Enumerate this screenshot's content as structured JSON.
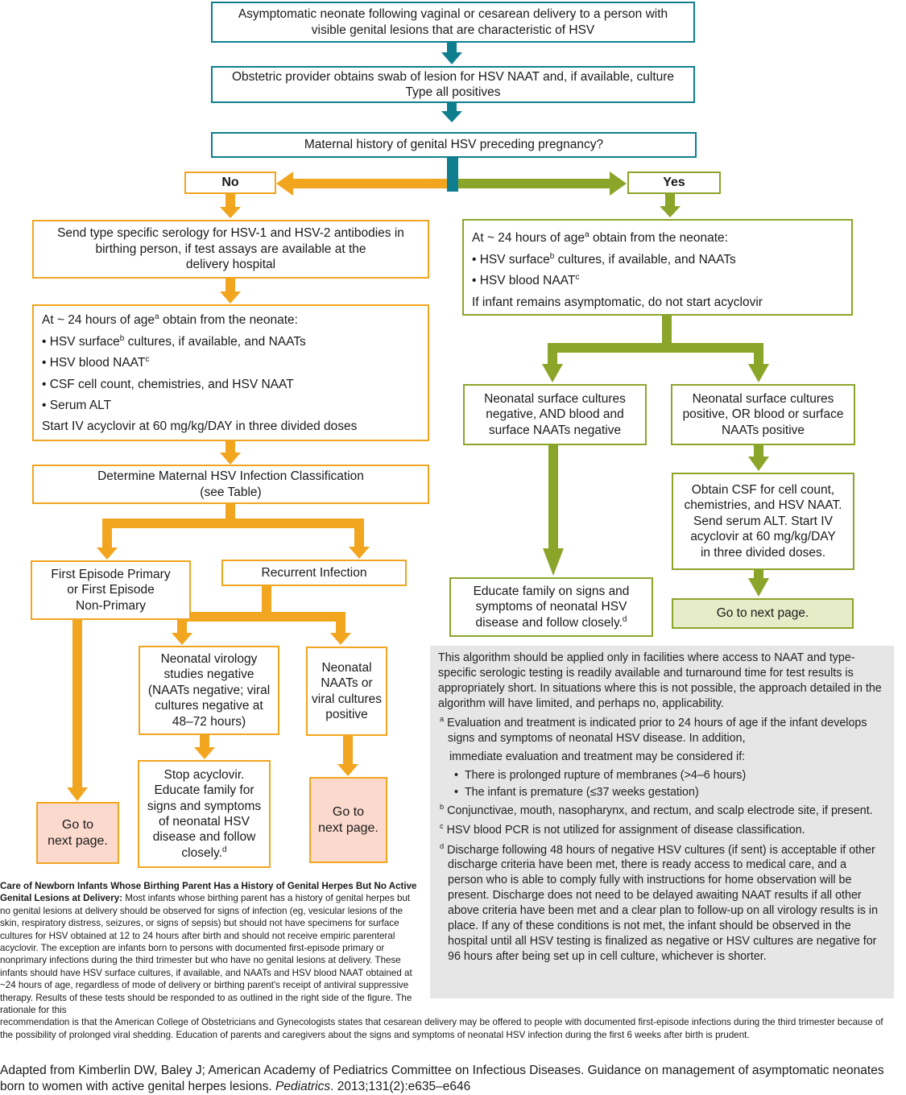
{
  "top": {
    "box1": [
      "Asymptomatic neonate following vaginal or cesarean delivery to a person with",
      "visible genital lesions that are characteristic of HSV"
    ],
    "box2": [
      "Obstetric provider obtains swab of lesion for HSV NAAT and, if available, culture",
      "Type all positives"
    ],
    "box3": "Maternal history of genital HSV preceding pregnancy?"
  },
  "no_branch": {
    "label": "No",
    "serology": [
      "Send type specific serology for HSV-1 and HSV-2 antibodies in",
      "birthing person, if test assays are available at the",
      "delivery hospital"
    ],
    "obtain_title": "At ~ 24 hours of age",
    "obtain_title_sup": "a",
    "obtain_title_rest": " obtain from the neonate:",
    "items": [
      {
        "pre": "• HSV surface",
        "sup": "b",
        "post": " cultures, if available, and NAATs"
      },
      {
        "pre": "• HSV blood NAAT",
        "sup": "c",
        "post": ""
      },
      {
        "pre": "• CSF cell count, chemistries, and HSV NAAT",
        "sup": "",
        "post": ""
      },
      {
        "pre": "• Serum ALT",
        "sup": "",
        "post": ""
      }
    ],
    "start": "Start IV acyclovir at 60 mg/kg/DAY in three divided doses",
    "determine": [
      "Determine Maternal HSV Infection Classification",
      "(see Table)"
    ],
    "first_episode": [
      "First Episode Primary",
      "or First Episode",
      "Non-Primary"
    ],
    "recurrent": "Recurrent Infection",
    "virology_negative": [
      "Neonatal virology",
      "studies negative",
      "(NAATs negative; viral",
      "cultures negative at",
      "48–72 hours)"
    ],
    "naats_positive": [
      "Neonatal",
      "NAATs or",
      "viral cultures",
      "positive"
    ],
    "stop": [
      "Stop acyclovir.",
      "Educate family for",
      "signs and symptoms",
      "of neonatal HSV",
      "disease and follow",
      "closely."
    ],
    "stop_sup": "d",
    "goto_left": [
      "Go to",
      "next page."
    ],
    "goto_mid": [
      "Go to",
      "next page."
    ]
  },
  "yes_branch": {
    "label": "Yes",
    "obtain_title": "At ~ 24 hours of age",
    "obtain_title_sup": "a",
    "obtain_title_rest": " obtain from the neonate:",
    "items": [
      {
        "pre": "• HSV surface",
        "sup": "b",
        "post": " cultures, if available, and NAATs"
      },
      {
        "pre": "• HSV blood NAAT",
        "sup": "c",
        "post": ""
      }
    ],
    "asymptomatic": "If infant remains asymptomatic, do not start acyclovir",
    "negative": [
      "Neonatal surface cultures",
      "negative, AND blood and",
      "surface NAATs negative"
    ],
    "positive": [
      "Neonatal surface cultures",
      "positive, OR blood or surface",
      "NAATs positive"
    ],
    "csf": [
      "Obtain CSF for cell count,",
      "chemistries, and HSV NAAT.",
      "Send serum ALT. Start IV",
      "acyclovir at 60 mg/kg/DAY",
      "in three divided doses."
    ],
    "educate": [
      "Educate family on signs and",
      "symptoms of neonatal HSV",
      "disease and follow closely."
    ],
    "educate_sup": "d",
    "goto": "Go to next page."
  },
  "notes": {
    "intro": "This algorithm should be applied only in facilities where access to NAAT and type-specific serologic testing is readily available and turnaround time for test results is appropriately short. In situations where this is not possible, the approach detailed in the algorithm will have limited, and perhaps no, applicability.",
    "a_mark": "a",
    "a_text": "Evaluation and treatment is indicated prior to 24 hours of age if the infant develops signs and symptoms of neonatal HSV disease. In addition,",
    "a_text2": "immediate evaluation and treatment may be considered if:",
    "a_bullets": [
      "There is prolonged rupture of membranes (>4–6 hours)",
      "The infant is premature (≤37 weeks gestation)"
    ],
    "b_mark": "b",
    "b_text": "Conjunctivae, mouth, nasopharynx, and rectum, and scalp electrode site, if present.",
    "c_mark": "c",
    "c_text": "HSV blood PCR is not utilized for assignment of disease classification.",
    "d_mark": "d",
    "d_text": "Discharge following 48 hours of negative HSV cultures (if sent) is acceptable if other discharge criteria have been met, there is ready access to medical care, and a person who is able to comply fully with instructions for home observation will be present. Discharge does not need to be delayed awaiting NAAT results if all other above criteria have been met and a clear plan to follow-up on all virology results is in place. If any of these conditions is not met, the infant should be observed in the hospital until all HSV testing is finalized as negative or HSV cultures are negative for 96 hours after being set up in cell culture, whichever is shorter."
  },
  "caption": {
    "bold": "Care of Newborn Infants Whose Birthing Parent Has a History of Genital Herpes But No Active Genital Lesions at Delivery:",
    "text_narrow": "Most infants whose birthing parent has a history of genital herpes but no genital lesions at delivery should be observed for signs of infection (eg, vesicular lesions of the skin, respiratory distress, seizures, or signs of sepsis) but should not have specimens for surface cultures for HSV obtained at 12 to 24 hours after birth and should not receive empiric parenteral acyclovir. The exception are infants born to persons with documented first-episode primary or nonprimary infections during the third trimester but who have no genital lesions at delivery. These infants should have HSV surface cultures, if available, and NAATs and HSV blood NAAT obtained at ~24 hours of age, regardless of mode of delivery or birthing parent's receipt of antiviral suppressive therapy. Results of these tests should be responded to as outlined in the right side of the figure. The rationale for this",
    "text_wide": "recommendation is that the American College of Obstetricians and Gynecologists states that cesarean delivery may be offered to people with documented first-episode infections during the third trimester because of the possibility of prolonged viral shedding. Education of parents and caregivers about the signs and symptoms of neonatal HSV infection during the first 6 weeks after birth is prudent."
  },
  "adapted": {
    "text": "Adapted from Kimberlin DW, Baley J; American Academy of Pediatrics Committee on Infectious Diseases. Guidance on management of asymptomatic neonates born to women with active genital herpes lesions. ",
    "journal": "Pediatrics",
    "rest": ". 2013;131(2):e635–e646"
  },
  "colors": {
    "teal": "#0f7f8f",
    "orange": "#f2a51f",
    "green": "#8ba52a",
    "peach": "#fbd9cd",
    "lime": "#e6ecc8",
    "note_bg": "#e6e6e6"
  }
}
